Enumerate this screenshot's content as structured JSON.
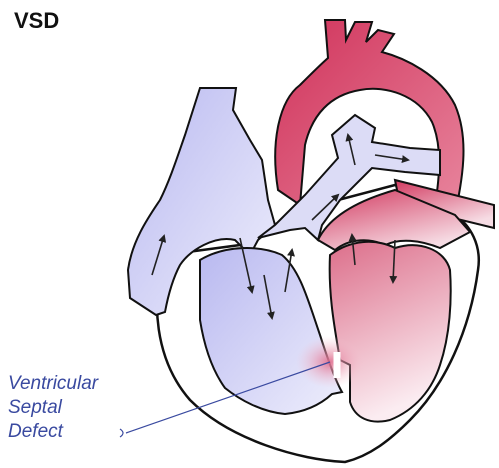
{
  "title": "VSD",
  "annotation": {
    "lines": [
      "Ventricular",
      "Septal",
      "Defect"
    ],
    "color": "#3a4aa0"
  },
  "colors": {
    "deoxygenated": "#c8c8f2",
    "oxygenated": "#d9506e",
    "outline": "#111111"
  }
}
